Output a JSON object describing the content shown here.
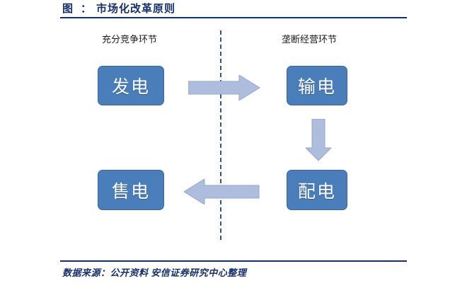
{
  "figure": {
    "label": "图",
    "colon": "：",
    "title": "市场化改革原则"
  },
  "columns": {
    "left_caption": "充分竞争环节",
    "right_caption": "垄断经营环节"
  },
  "nodes": {
    "generation": "发电",
    "transmission": "输电",
    "distribution": "配电",
    "sales": "售电"
  },
  "arrows": {
    "gen_to_tran": "arrow-right-icon",
    "tran_to_dist": "arrow-down-icon",
    "dist_to_sale": "arrow-left-icon"
  },
  "divider": {
    "style": "vertical-dashed-line"
  },
  "footer": {
    "source": "数据来源：公开资料 安信证券研究中心整理"
  },
  "colors": {
    "node_fill": "#4a7ebb",
    "node_border": "#3a669e",
    "node_text": "#ffffff",
    "arrow_fill": "#aebddd",
    "arrow_border": "#93a7cf",
    "rule": "#15306b",
    "divider": "#2f5596",
    "title_text": "#15306b",
    "caption_text": "#1a1a1a",
    "background": "#ffffff"
  }
}
